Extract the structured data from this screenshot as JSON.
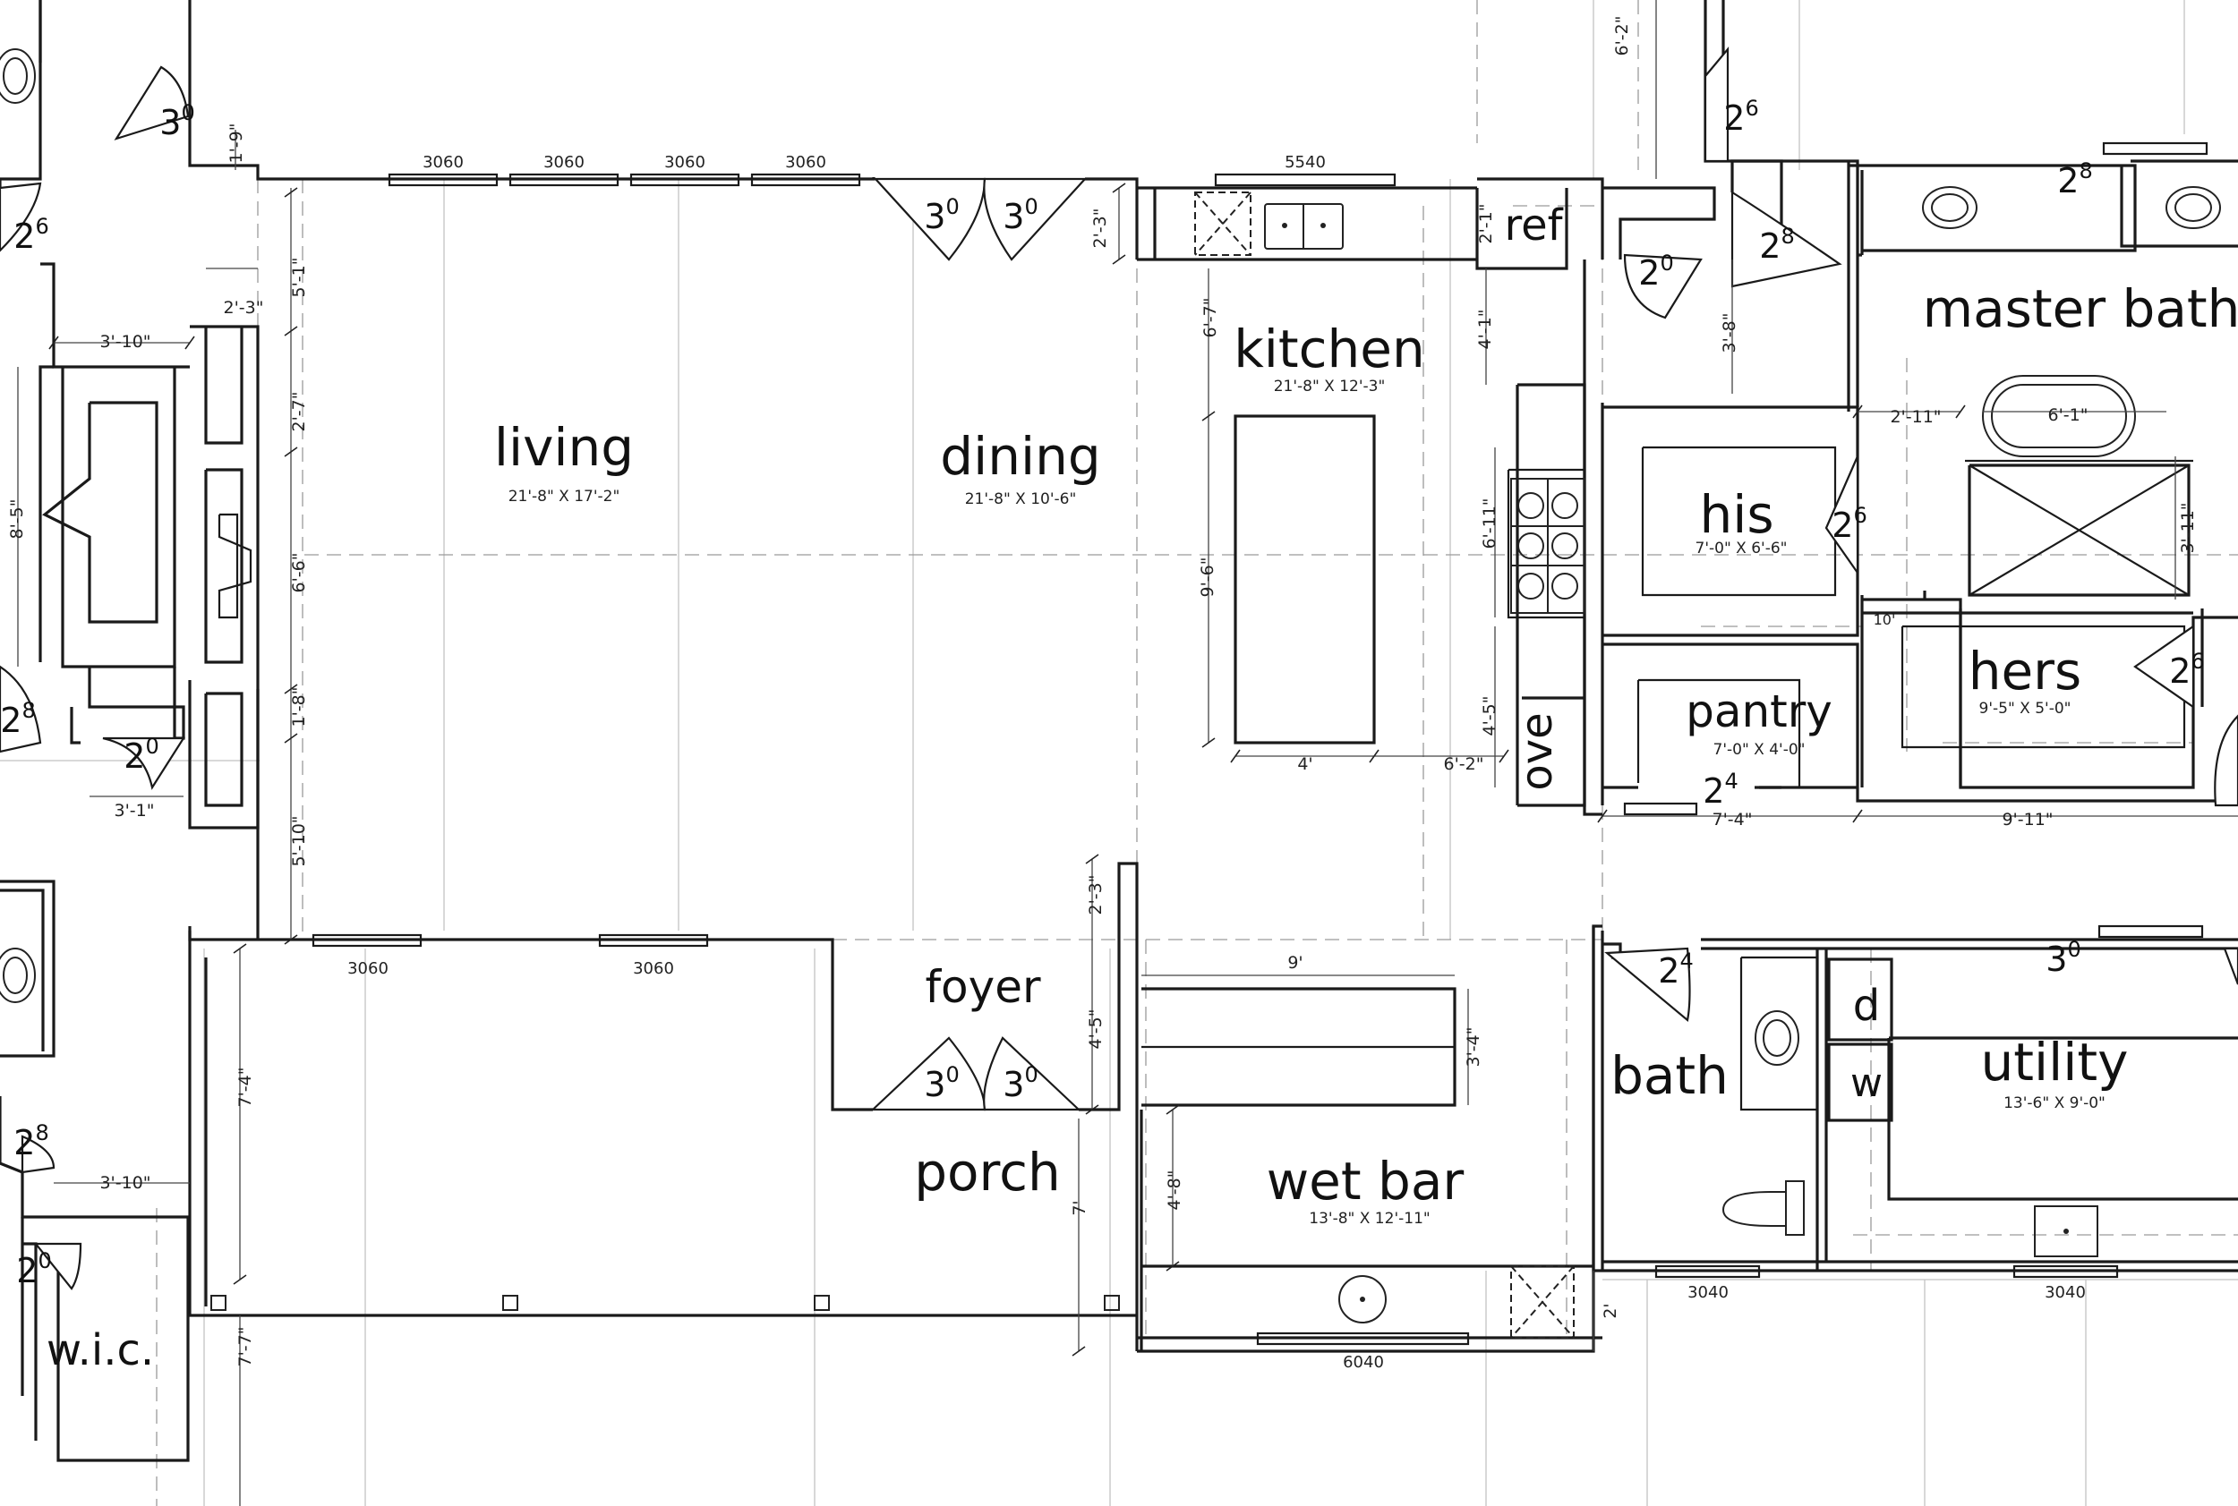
{
  "rooms": {
    "living": {
      "name": "living",
      "size": "21'-8\" X 17'-2\""
    },
    "dining": {
      "name": "dining",
      "size": "21'-8\" X 10'-6\""
    },
    "kitchen": {
      "name": "kitchen",
      "size": "21'-8\" X 12'-3\""
    },
    "master_bath": {
      "name": "master bath"
    },
    "his": {
      "name": "his",
      "size": "7'-0\" X 6'-6\""
    },
    "hers": {
      "name": "hers",
      "size": "9'-5\" X 5'-0\""
    },
    "pantry": {
      "name": "pantry",
      "size": "7'-0\" X 4'-0\""
    },
    "foyer": {
      "name": "foyer"
    },
    "porch": {
      "name": "porch"
    },
    "wet_bar": {
      "name": "wet bar",
      "size": "13'-8\" X 12'-11\""
    },
    "bath": {
      "name": "bath"
    },
    "utility": {
      "name": "utility",
      "size": "13'-6\" X 9'-0\""
    },
    "wic": {
      "name": "w.i.c."
    }
  },
  "appliances": {
    "ref": "ref",
    "oven": "ove",
    "dryer": "d",
    "washer": "w"
  },
  "doors": [
    {
      "id": "d1",
      "base": "3",
      "sup": "0"
    },
    {
      "id": "d2",
      "base": "2",
      "sup": "6"
    },
    {
      "id": "d3",
      "base": "2",
      "sup": "8"
    },
    {
      "id": "d4",
      "base": "2",
      "sup": "0"
    },
    {
      "id": "d5",
      "base": "3",
      "sup": "0"
    },
    {
      "id": "d6",
      "base": "3",
      "sup": "0"
    },
    {
      "id": "d7",
      "base": "2",
      "sup": "0"
    },
    {
      "id": "d8",
      "base": "2",
      "sup": "8"
    },
    {
      "id": "d9",
      "base": "2",
      "sup": "6"
    },
    {
      "id": "d10",
      "base": "2",
      "sup": "8"
    },
    {
      "id": "d11",
      "base": "2",
      "sup": "6"
    },
    {
      "id": "d12",
      "base": "2",
      "sup": "6"
    },
    {
      "id": "d13",
      "base": "2",
      "sup": "4"
    },
    {
      "id": "d14",
      "base": "3",
      "sup": "0"
    },
    {
      "id": "d15",
      "base": "3",
      "sup": "0"
    },
    {
      "id": "d16",
      "base": "2",
      "sup": "4"
    },
    {
      "id": "d17",
      "base": "3",
      "sup": "0"
    },
    {
      "id": "d18",
      "base": "2",
      "sup": "8"
    },
    {
      "id": "d19",
      "base": "2",
      "sup": "0"
    }
  ],
  "windows": {
    "w1": "3060",
    "w2": "3060",
    "w3": "3060",
    "w4": "3060",
    "w5": "5540",
    "w6": "3060",
    "w7": "3060",
    "w8": "6040",
    "w9": "3040",
    "w10": "3040"
  },
  "dimensions": {
    "t1": "1'-9\"",
    "t2": "6'-2\"",
    "t3": "2'-3\"",
    "t4": "3'-10\"",
    "t5": "5'-1\"",
    "t6": "2'-7\"",
    "t7": "8'-5\"",
    "t8": "6'-6\"",
    "t9": "1'-8\"",
    "t10": "3'-1\"",
    "t11": "5'-10\"",
    "t12": "2'-3\"",
    "t13": "6'-7\"",
    "t14": "2'-1\"",
    "t15": "4'-1\"",
    "t16": "3'-8\"",
    "t17": "9'-6\"",
    "t18": "6'-11\"",
    "t19": "4'-5\"",
    "t20": "4'",
    "t21": "6'-2\"",
    "t22": "2'-11\"",
    "t23": "6'-1\"",
    "t24": "3'-11\"",
    "t25": "10'",
    "t26": "7'-4\"",
    "t27": "9'-11\"",
    "t28": "2'-3\"",
    "t29": "4'-5\"",
    "t30": "9'",
    "t31": "3'-4\"",
    "t32": "7'-4\"",
    "t33": "4'-8\"",
    "t34": "7'",
    "t35": "3'-10\"",
    "t36": "7'-7\"",
    "t37": "2'"
  }
}
